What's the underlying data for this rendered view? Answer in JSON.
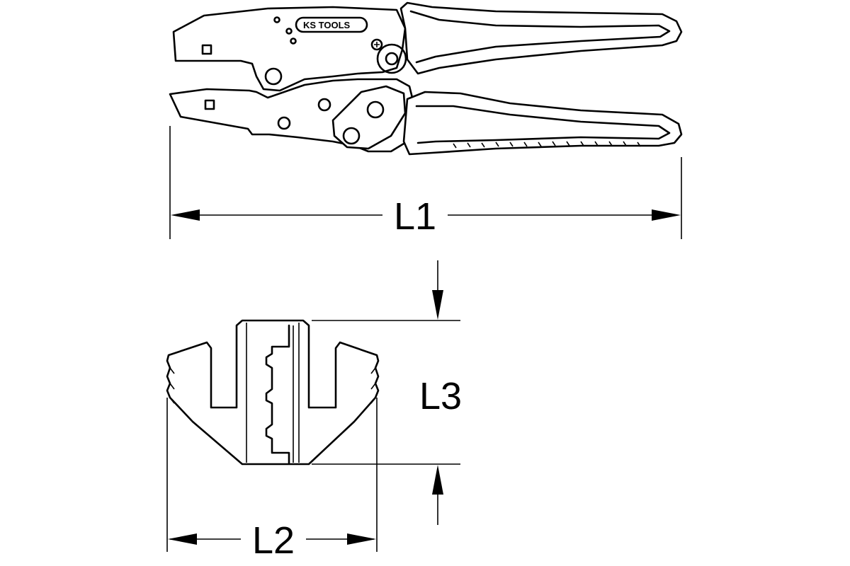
{
  "brand": {
    "logo_text": "KS TOOLS"
  },
  "dimensions": {
    "l1": "L1",
    "l2": "L2",
    "l3": "L3"
  }
}
